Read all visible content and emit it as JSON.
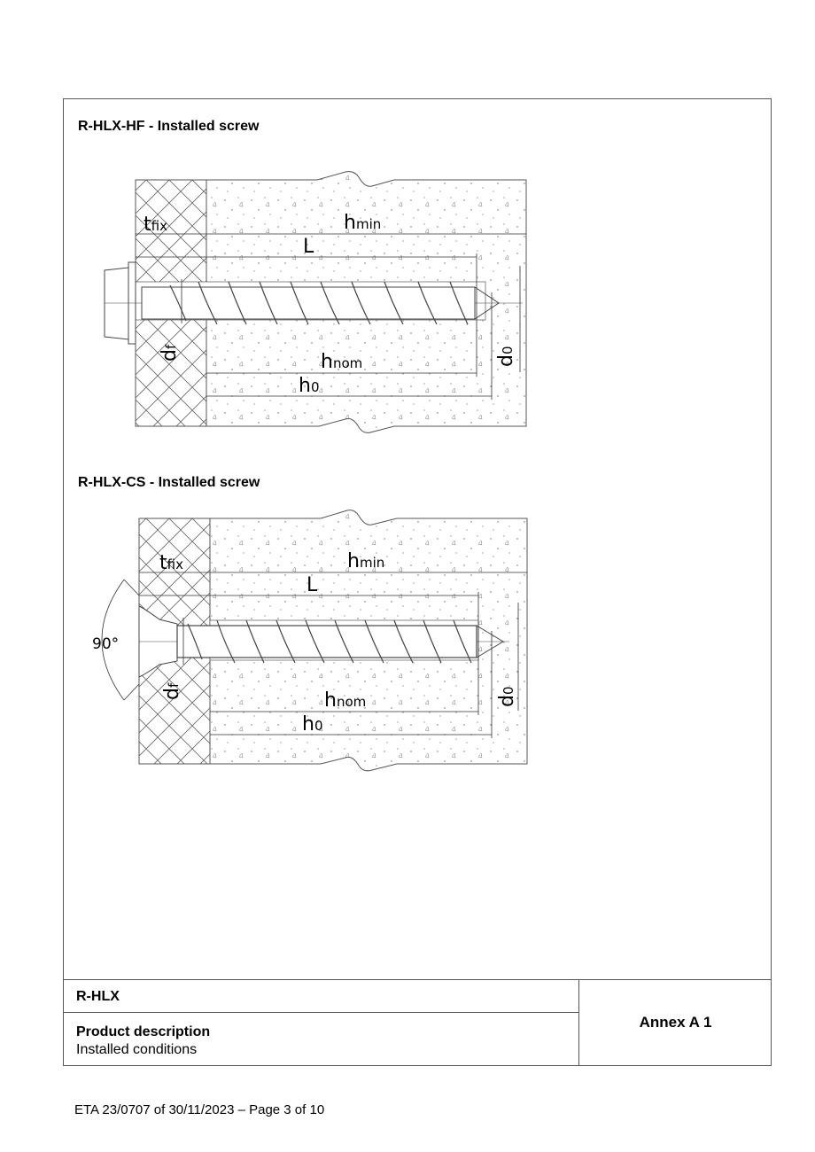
{
  "sections": [
    {
      "title": "R-HLX-HF - Installed screw",
      "variant": "hex-flange-head",
      "labels": {
        "tfix": "t",
        "tfix_sub": "fix",
        "hmin": "h",
        "hmin_sub": "min",
        "L": "L",
        "df": "d",
        "df_sub": "f",
        "hnom": "h",
        "hnom_sub": "nom",
        "h0": "h",
        "h0_sub": "0",
        "d0": "d",
        "d0_sub": "0"
      }
    },
    {
      "title": "R-HLX-CS - Installed screw",
      "variant": "countersunk-head",
      "angle_label": "90°",
      "labels": {
        "tfix": "t",
        "tfix_sub": "fix",
        "hmin": "h",
        "hmin_sub": "min",
        "L": "L",
        "df": "d",
        "df_sub": "f",
        "hnom": "h",
        "hnom_sub": "nom",
        "h0": "h",
        "h0_sub": "0",
        "d0": "d",
        "d0_sub": "0"
      }
    }
  ],
  "footer_table": {
    "product": "R-HLX",
    "description_title": "Product description",
    "description_subtitle": "Installed conditions",
    "annex": "Annex A 1"
  },
  "page_footer": "ETA 23/0707 of 30/11/2023 – Page 3 of 10"
}
